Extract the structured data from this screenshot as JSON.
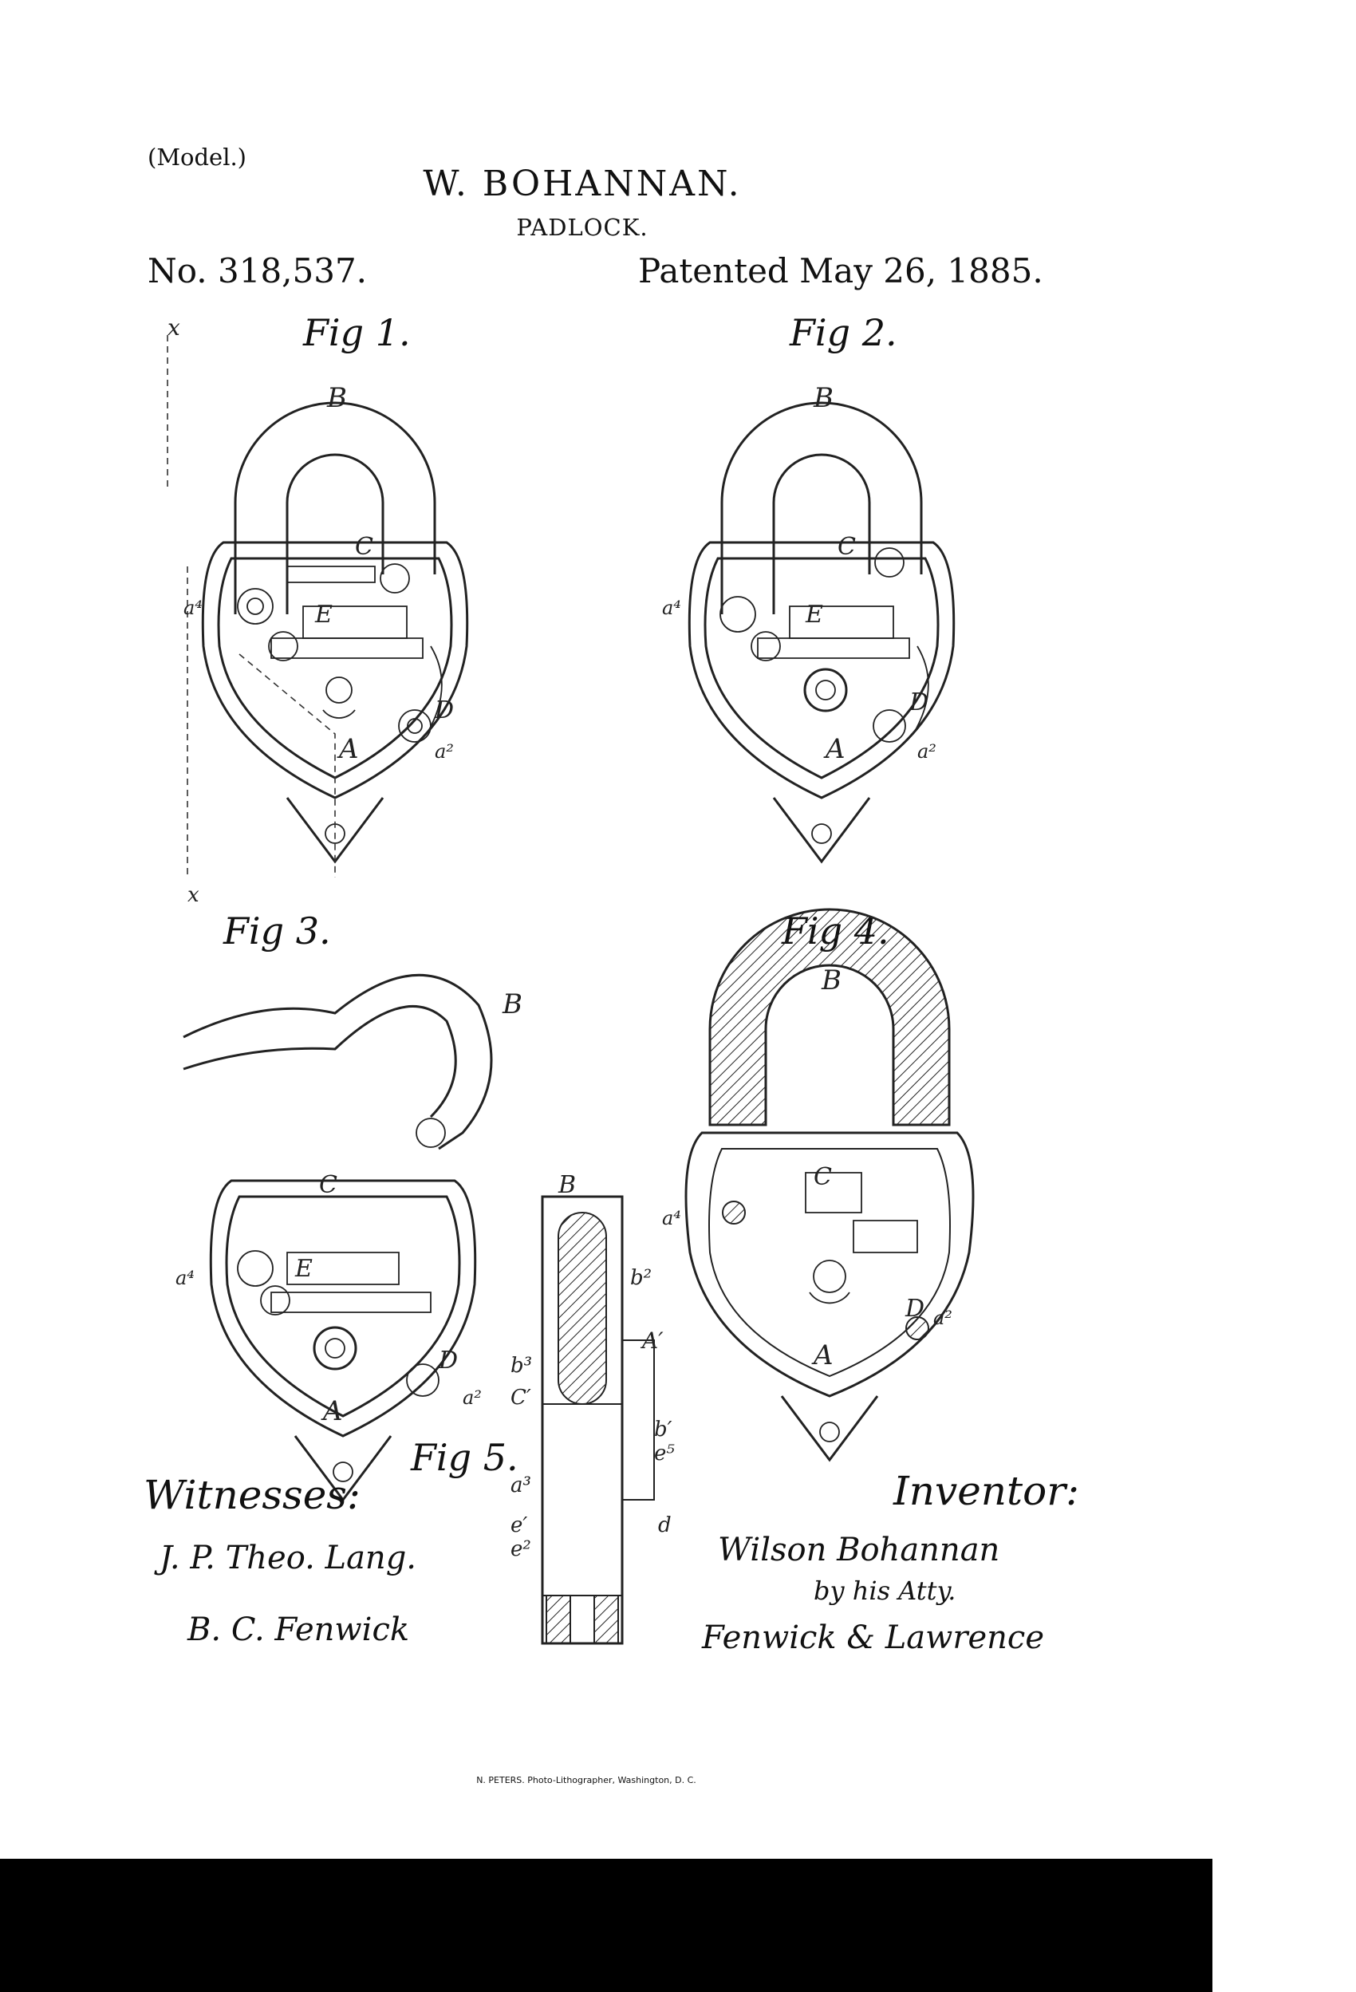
{
  "header": {
    "model": "(Model.)",
    "inventor_name": "W. BOHANNAN.",
    "title": "PADLOCK.",
    "patent_number": "No. 318,537.",
    "patent_date": "Patented May 26, 1885."
  },
  "figures": {
    "fig1": "Fig 1.",
    "fig2": "Fig 2.",
    "fig3": "Fig 3.",
    "fig4": "Fig 4.",
    "fig5": "Fig 5."
  },
  "witnesses": {
    "label": "Witnesses:",
    "names": [
      "J. P. Theo. Lang.",
      "B. C. Fenwick"
    ]
  },
  "inventor": {
    "label": "Inventor:",
    "signature": [
      "Wilson Bohannan",
      "by his Atty.",
      "Fenwick & Lawrence"
    ]
  },
  "printer": "N. PETERS. Photo-Lithographer, Washington, D. C."
}
